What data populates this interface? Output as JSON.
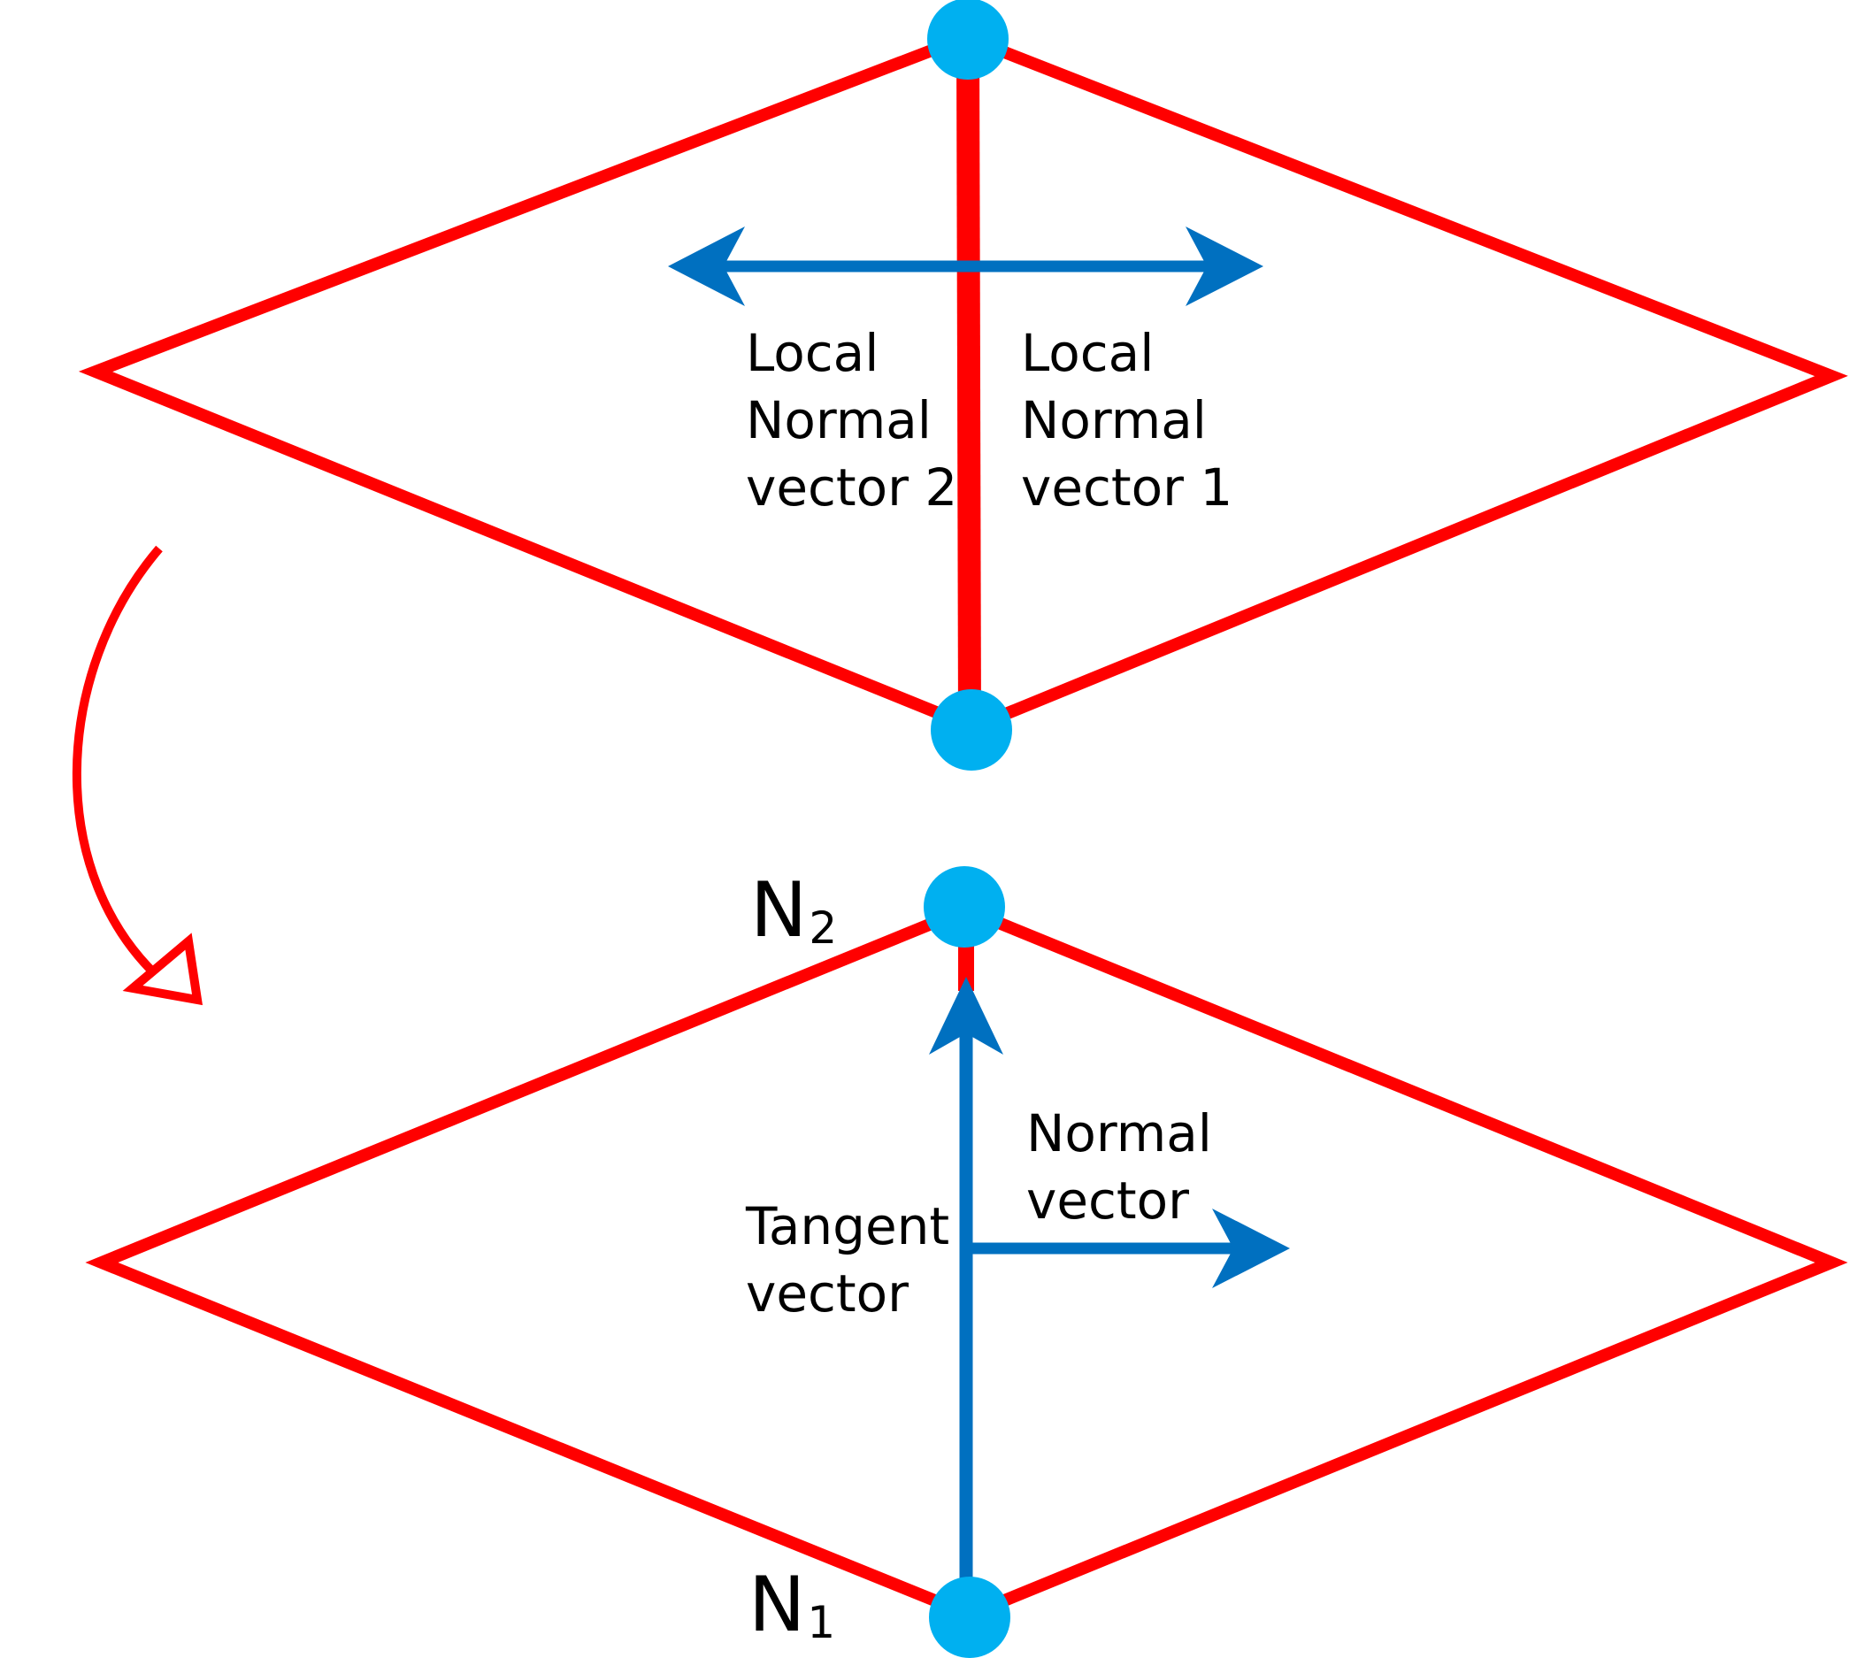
{
  "colors": {
    "element_outline": "#ff0000",
    "vector": "#0070c0",
    "node": "#00b0f0",
    "text": "#000000"
  },
  "top_element": {
    "label_left": [
      "Local",
      "Normal",
      "vector 2"
    ],
    "label_right": [
      "Local",
      "Normal",
      "vector 1"
    ]
  },
  "bottom_element": {
    "node_top": {
      "letter": "N",
      "subscript": "2"
    },
    "node_bottom": {
      "letter": "N",
      "subscript": "1"
    },
    "tangent_label": [
      "Tangent",
      "vector"
    ],
    "normal_label": [
      "Normal",
      "vector"
    ]
  }
}
